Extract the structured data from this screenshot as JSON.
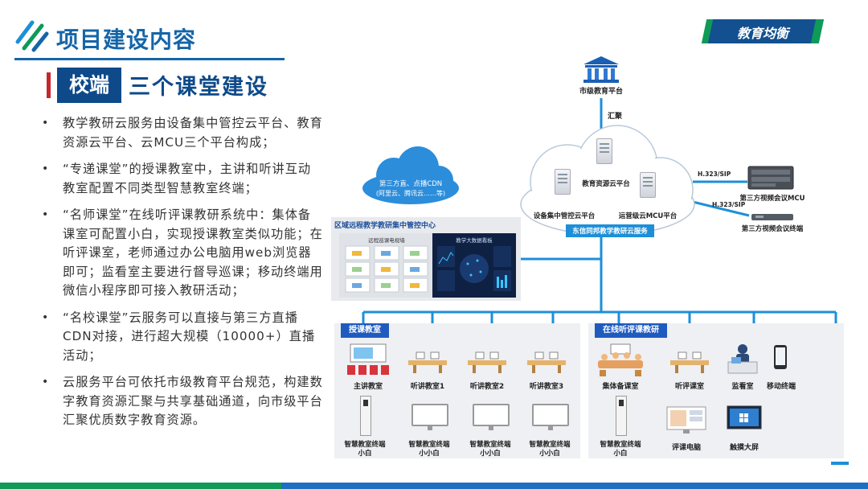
{
  "header": {
    "title": "项目建设内容",
    "badge": "教育均衡",
    "section_tag": "校端",
    "section_title": "三个课堂建设"
  },
  "bullets": [
    "教学教研云服务由设备集中管控云平台、教育资源云平台、云MCU三个平台构成；",
    "“专递课堂”的授课教室中，主讲和听讲互动教室配置不同类型智慧教室终端；",
    "“名师课堂”在线听评课教研系统中：集体备课室可配置小白，实现授课教室类似功能；在听评课室，老师通过办公电脑用web浏览器即可；监看室主要进行督导巡课；移动终端用微信小程序即可接入教研活动；",
    "“名校课堂”云服务可以直接与第三方直播CDN对接，进行超大规模（10000+）直播活动；",
    "云服务平台可依托市级教育平台规范，构建数字教育资源汇聚与共享基础通道，向市级平台汇聚优质数字教育资源。"
  ],
  "diagram": {
    "city_platform": "市级教育平台",
    "converge": "汇聚",
    "cdn_cloud": {
      "line1": "第三方直、点播CDN",
      "line2": "(阿里云、腾讯云……等)"
    },
    "cloud": {
      "resource_platform": "教育资源云平台",
      "device_platform": "设备集中管控云平台",
      "mcu_platform": "运营级云MCU平台",
      "service_label": "东信同邦教学教研云服务"
    },
    "protocol_1": "H.323/SIP",
    "protocol_2": "H.323/SIP",
    "third_mcu": "第三方视频会议MCU",
    "third_terminal": "第三方视频会议终端",
    "control_center": {
      "title": "区域远程教学教研集中管控中心",
      "sub_left": "远程巡课电视墙",
      "sub_right": "教学大数据看板"
    },
    "teaching_panel": {
      "tag": "授课教室",
      "rooms": [
        "主讲教室",
        "听讲教室1",
        "听讲教室2",
        "听讲教室3"
      ],
      "terminals": [
        {
          "line1": "智慧教室终端",
          "line2": "小白"
        },
        {
          "line1": "智慧教室终端",
          "line2": "小小白"
        },
        {
          "line1": "智慧教室终端",
          "line2": "小小白"
        },
        {
          "line1": "智慧教室终端",
          "line2": "小小白"
        }
      ]
    },
    "review_panel": {
      "tag": "在线听评课教研",
      "rooms": [
        "集体备课室",
        "听评课室",
        "监看室",
        "移动终端"
      ],
      "terminal": {
        "line1": "智慧教室终端",
        "line2": "小白"
      },
      "devices": [
        "评课电脑",
        "触摸大屏"
      ]
    }
  },
  "colors": {
    "primary": "#1565a8",
    "dark_blue": "#0e4a8a",
    "accent_red": "#c8262d",
    "green": "#0f9a58",
    "connector": "#1d8fd8",
    "panel_tag": "#1f5bbf"
  }
}
